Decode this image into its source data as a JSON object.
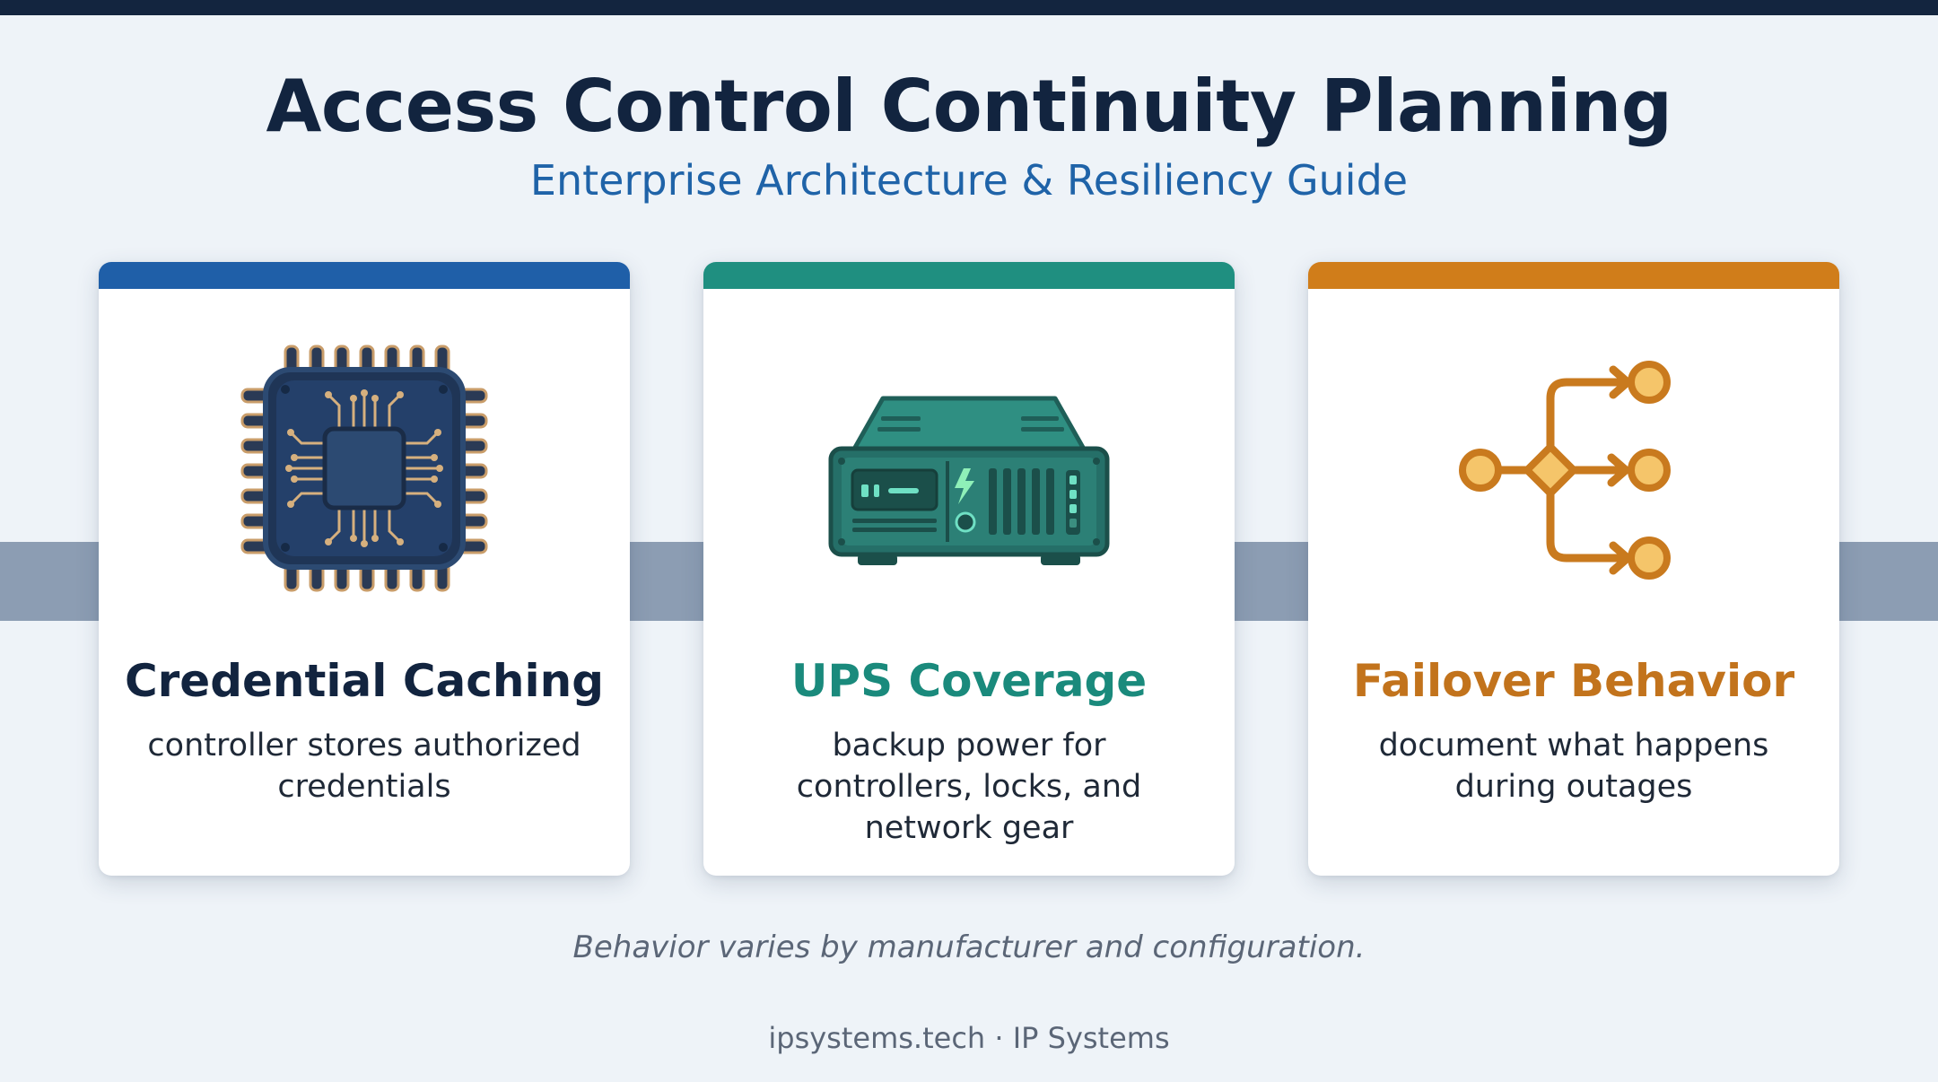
{
  "header": {
    "title": "Access Control Continuity Planning",
    "subtitle": "Enterprise Architecture & Resiliency Guide"
  },
  "cards": [
    {
      "title": "Credential Caching",
      "description": "controller stores authorized credentials",
      "accent_color": "#1f5fa8",
      "title_color": "#12243f",
      "icon": "microchip-icon"
    },
    {
      "title": "UPS Coverage",
      "description": "backup power for controllers, locks, and network gear",
      "accent_color": "#1f8f80",
      "title_color": "#1a8a7c",
      "icon": "ups-unit-icon"
    },
    {
      "title": "Failover Behavior",
      "description": "document what happens during outages",
      "accent_color": "#d07d1a",
      "title_color": "#c2731c",
      "icon": "failover-branch-icon"
    }
  ],
  "note": "Behavior varies by manufacturer and configuration.",
  "footer": "ipsystems.tech · IP Systems",
  "colors": {
    "background": "#eef3f8",
    "top_bar": "#13253f",
    "connector": "#8c9db3",
    "subtitle": "#1f63a8"
  }
}
